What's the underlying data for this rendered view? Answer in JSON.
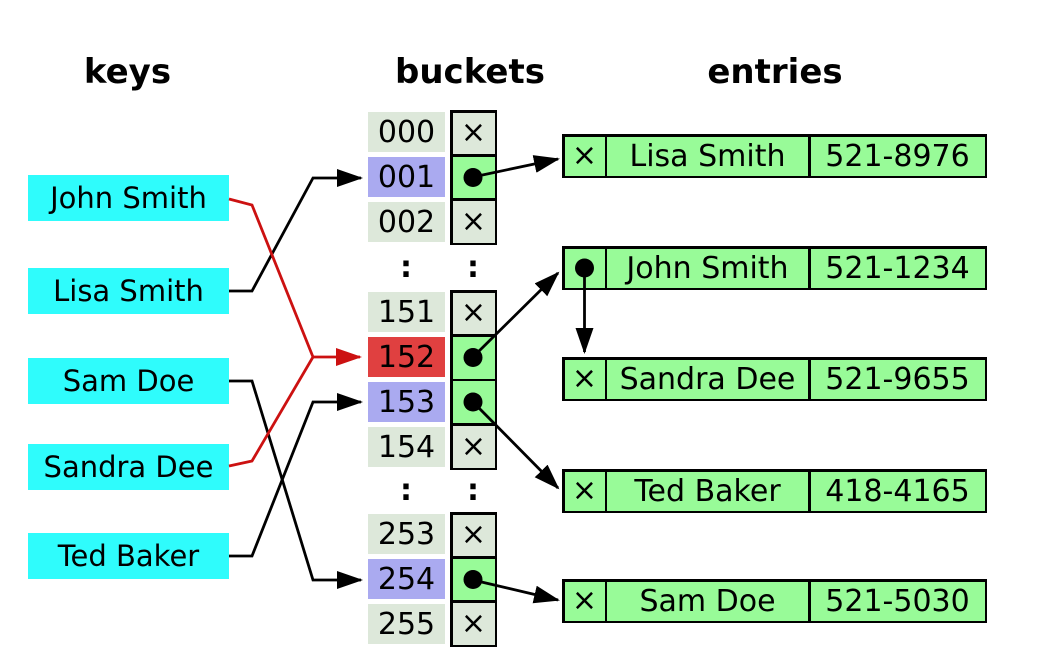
{
  "title": "hash table diagram",
  "colors": {
    "key_cyan": "#2ffcfc",
    "cell_gray": "#dde8da",
    "lavender": "#aaaaf0",
    "cell_red": "#e04040",
    "entry_green": "#98fb98",
    "arrow_black": "#000000",
    "arrow_red": "#cc1111",
    "ink": "#000000"
  },
  "glyphs": {
    "null_mark": "×",
    "ellipsis": ":"
  },
  "headers": {
    "keys": "keys",
    "buckets": "buckets",
    "entries": "entries"
  },
  "keys": {
    "items": [
      {
        "label": "John Smith"
      },
      {
        "label": "Lisa Smith"
      },
      {
        "label": "Sam Doe"
      },
      {
        "label": "Sandra Dee"
      },
      {
        "label": "Ted Baker"
      }
    ]
  },
  "buckets": {
    "rows": [
      {
        "index": "000",
        "pointer": "x",
        "highlight": "none"
      },
      {
        "index": "001",
        "pointer": "dot",
        "highlight": "lavender"
      },
      {
        "index": "002",
        "pointer": "x",
        "highlight": "none"
      },
      {
        "index": "151",
        "pointer": "x",
        "highlight": "none"
      },
      {
        "index": "152",
        "pointer": "dot",
        "highlight": "red"
      },
      {
        "index": "153",
        "pointer": "dot",
        "highlight": "lavender"
      },
      {
        "index": "154",
        "pointer": "x",
        "highlight": "none"
      },
      {
        "index": "253",
        "pointer": "x",
        "highlight": "none"
      },
      {
        "index": "254",
        "pointer": "dot",
        "highlight": "lavender"
      },
      {
        "index": "255",
        "pointer": "x",
        "highlight": "none"
      }
    ]
  },
  "entries": {
    "items": [
      {
        "pointer": "x",
        "name": "Lisa Smith",
        "phone": "521-8976"
      },
      {
        "pointer": "dot",
        "name": "John Smith",
        "phone": "521-1234"
      },
      {
        "pointer": "x",
        "name": "Sandra Dee",
        "phone": "521-9655"
      },
      {
        "pointer": "x",
        "name": "Ted Baker",
        "phone": "418-4165"
      },
      {
        "pointer": "x",
        "name": "Sam Doe",
        "phone": "521-5030"
      }
    ]
  },
  "links": {
    "key_to_bucket": [
      {
        "key": "John Smith",
        "bucket": "152",
        "color": "red"
      },
      {
        "key": "Lisa Smith",
        "bucket": "001",
        "color": "black"
      },
      {
        "key": "Sam Doe",
        "bucket": "254",
        "color": "black"
      },
      {
        "key": "Sandra Dee",
        "bucket": "152",
        "color": "red"
      },
      {
        "key": "Ted Baker",
        "bucket": "153",
        "color": "black"
      }
    ],
    "bucket_to_entry": [
      {
        "bucket": "001",
        "entry": "Lisa Smith"
      },
      {
        "bucket": "152",
        "entry": "John Smith"
      },
      {
        "bucket": "153",
        "entry": "Ted Baker"
      },
      {
        "bucket": "254",
        "entry": "Sam Doe"
      }
    ],
    "entry_chain": [
      {
        "from": "John Smith",
        "to": "Sandra Dee"
      }
    ]
  }
}
